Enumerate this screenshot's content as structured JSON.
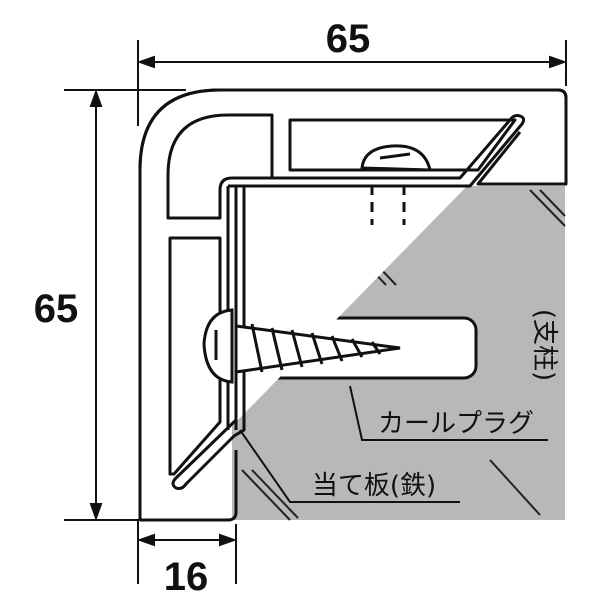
{
  "dimensions": {
    "top_width": "65",
    "left_height": "65",
    "bottom_width": "16"
  },
  "labels": {
    "pillar": "(支柱)",
    "plug": "カールプラグ",
    "plate": "当て板(鉄)"
  },
  "colors": {
    "line": "#111111",
    "pillar_fill": "#b8b8b8",
    "background": "#ffffff"
  }
}
